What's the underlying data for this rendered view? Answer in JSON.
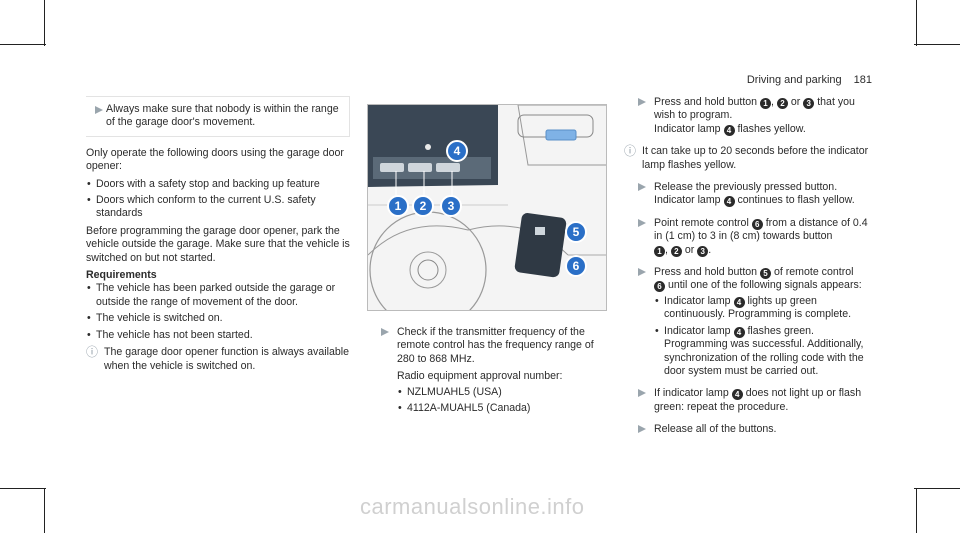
{
  "header": {
    "section": "Driving and parking",
    "page": "181"
  },
  "col1": {
    "note": "Always make sure that nobody is within the range of the garage door's movement.",
    "intro": "Only operate the following doors using the garage door opener:",
    "doors": [
      "Doors with a safety stop and backing up feature",
      "Doors which conform to the current U.S. safety standards"
    ],
    "before": "Before programming the garage door opener, park the vehicle outside the garage. Make sure that the vehicle is switched on but not started.",
    "req_title": "Requirements",
    "requirements": [
      "The vehicle has been parked outside the garage or outside the range of movement of the door.",
      "The vehicle is switched on.",
      "The vehicle has not been started."
    ],
    "info": "The garage door opener function is always available when the vehicle is switched on."
  },
  "figure": {
    "callouts": [
      "1",
      "2",
      "3",
      "4",
      "5",
      "6"
    ]
  },
  "col2": {
    "step": "Check if the transmitter frequency of the remote control has the frequency range of 280 to 868 MHz.",
    "radio": "Radio equipment approval number:",
    "approvals": [
      "NZLMUAHL5 (USA)",
      "4112A-MUAHL5 (Canada)"
    ]
  },
  "col3": {
    "s1a": "Press and hold button",
    "s1b": "1",
    "s1c": ",",
    "s1d": "2",
    "s1e": "or",
    "s1f": "3",
    "s1g": "that you wish to program.",
    "s1h": "Indicator lamp",
    "s1i": "4",
    "s1j": "flashes yellow.",
    "info": "It can take up to 20 seconds before the indicator lamp flashes yellow.",
    "s2": "Release the previously pressed button.",
    "s2b": "Indicator lamp",
    "s2c": "4",
    "s2d": "continues to flash yellow.",
    "s3a": "Point remote control",
    "s3b": "6",
    "s3c": "from a distance of 0.4 in (1 cm) to 3 in (8 cm) towards button",
    "s3d": "1",
    "s3e": ",",
    "s3f": "2",
    "s3g": "or",
    "s3h": "3",
    "s3i": ".",
    "s4a": "Press and hold button",
    "s4b": "5",
    "s4c": "of remote control",
    "s4d": "6",
    "s4e": "until one of the following signals appears:",
    "s4l1a": "Indicator lamp",
    "s4l1b": "4",
    "s4l1c": "lights up green continuously. Programming is complete.",
    "s4l2a": "Indicator lamp",
    "s4l2b": "4",
    "s4l2c": "flashes green. Programming was successful. Additionally, synchronization of the rolling code with the door system must be carried out.",
    "s5a": "If indicator lamp",
    "s5b": "4",
    "s5c": "does not light up or flash green: repeat the procedure.",
    "s6": "Release all of the buttons."
  },
  "watermark": "carmanualsonline.info"
}
